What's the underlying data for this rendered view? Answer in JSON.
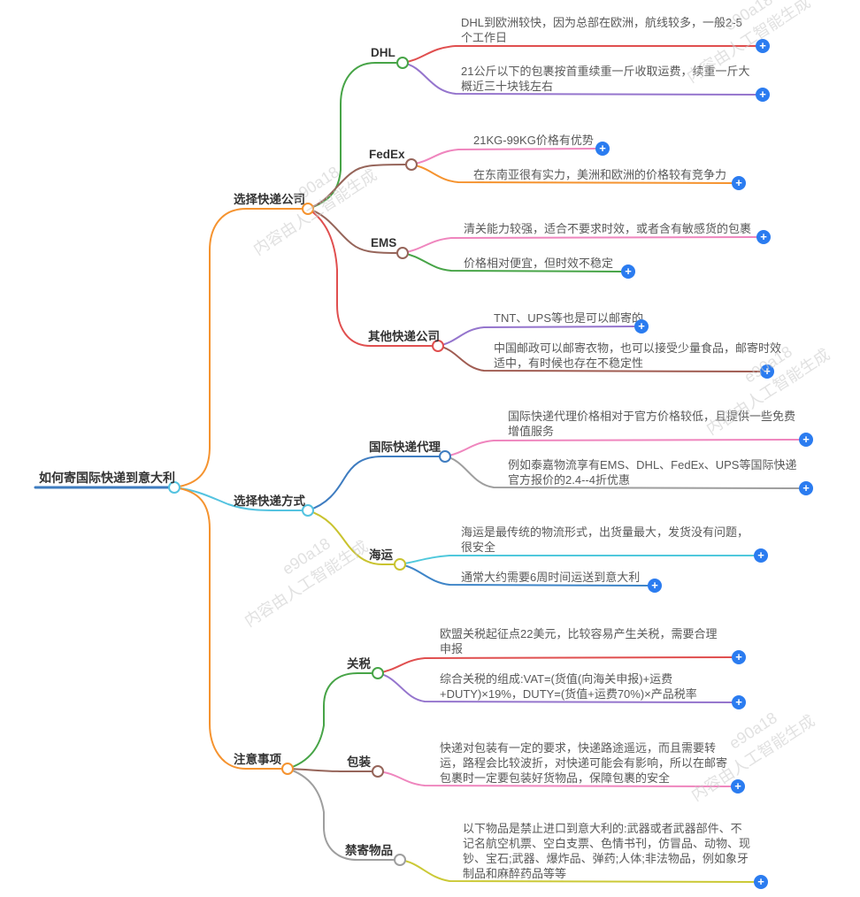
{
  "root": {
    "label": "如何寄国际快递到意大利",
    "color": "#3e7cc0",
    "circle_color": "#54c3e0"
  },
  "icons": {
    "plus": "+",
    "plus_color": "#2b7cf0"
  },
  "watermark": {
    "id": "e90a18",
    "text": "内容由人工智能生成"
  },
  "branches": [
    {
      "label": "选择快递公司",
      "color": "#f5932f",
      "children": [
        {
          "label": "DHL",
          "color": "#47a447",
          "leaves": [
            {
              "text": "DHL到欧洲较快，因为总部在欧洲，航线较多，一般2-5\n个工作日",
              "color": "#e04f4f"
            },
            {
              "text": "21公斤以下的包裹按首重续重一斤收取运费，续重一斤大\n概近三十块钱左右",
              "color": "#9575cd"
            }
          ]
        },
        {
          "label": "FedEx",
          "color": "#96655a",
          "leaves": [
            {
              "text": "21KG-99KG价格有优势",
              "color": "#ef86be"
            },
            {
              "text": "在东南亚很有实力，美洲和欧洲的价格较有竞争力",
              "color": "#f5932f"
            }
          ]
        },
        {
          "label": "EMS",
          "color": "#96655a",
          "leaves": [
            {
              "text": "清关能力较强，适合不要求时效，或者含有敏感货的包裹",
              "color": "#ef86be"
            },
            {
              "text": "价格相对便宜，但时效不稳定",
              "color": "#47a447"
            }
          ]
        },
        {
          "label": "其他快递公司",
          "color": "#e04f4f",
          "leaves": [
            {
              "text": "TNT、UPS等也是可以邮寄的",
              "color": "#9575cd"
            },
            {
              "text": "中国邮政可以邮寄衣物，也可以接受少量食品，邮寄时效\n适中，有时候也存在不稳定性",
              "color": "#a05c52"
            }
          ]
        }
      ]
    },
    {
      "label": "选择快递方式",
      "color": "#54c3e0",
      "children": [
        {
          "label": "国际快递代理",
          "color": "#3e7cc0",
          "leaves": [
            {
              "text": "国际快递代理价格相对于官方价格较低，且提供一些免费\n增值服务",
              "color": "#ef86be"
            },
            {
              "text": "例如泰嘉物流享有EMS、DHL、FedEx、UPS等国际快递\n官方报价的2.4--4折优惠",
              "color": "#9e9e9e"
            }
          ]
        },
        {
          "label": "海运",
          "color": "#c9c32f",
          "leaves": [
            {
              "text": "海运是最传统的物流形式，出货量最大，发货没有问题，\n很安全",
              "color": "#4fc8dc"
            },
            {
              "text": "通常大约需要6周时间运送到意大利",
              "color": "#3e85c8"
            }
          ]
        }
      ]
    },
    {
      "label": "注意事项",
      "color": "#f5932f",
      "children": [
        {
          "label": "关税",
          "color": "#47a447",
          "leaves": [
            {
              "text": "欧盟关税起征点22美元，比较容易产生关税，需要合理\n申报",
              "color": "#e04f4f"
            },
            {
              "text": "综合关税的组成:VAT=(货值(向海关申报)+运费\n+DUTY)×19%，DUTY=(货值+运费70%)×产品税率",
              "color": "#9575cd"
            }
          ]
        },
        {
          "label": "包装",
          "color": "#96655a",
          "leaves": [
            {
              "text": "快递对包装有一定的要求，快递路途遥远，而且需要转\n运，路程会比较波折，对快递可能会有影响，所以在邮寄\n包裹时一定要包装好货物品，保障包裹的安全",
              "color": "#ef86be"
            }
          ]
        },
        {
          "label": "禁寄物品",
          "color": "#9e9e9e",
          "leaves": [
            {
              "text": "以下物品是禁止进口到意大利的:武器或者武器部件、不\n记名航空机票、空白支票、色情书刊，仿冒品、动物、现\n钞、宝石;武器、爆炸品、弹药;人体;非法物品，例如象牙\n制品和麻醉药品等等",
              "color": "#cbc936"
            }
          ]
        }
      ]
    }
  ]
}
